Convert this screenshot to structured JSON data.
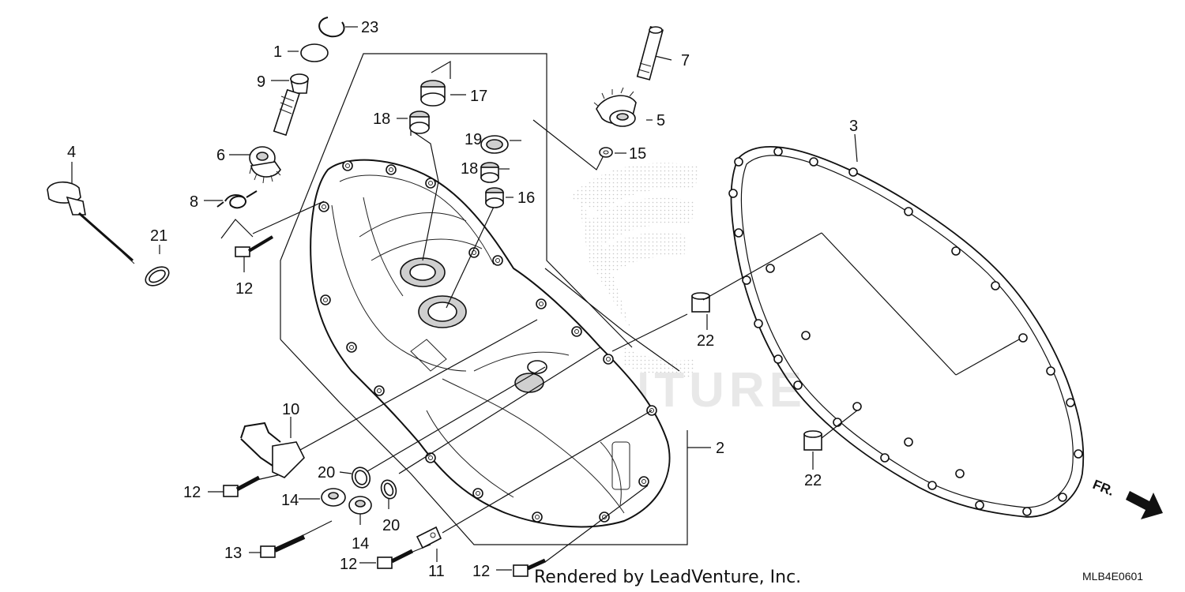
{
  "diagram": {
    "watermark_text": "LEADVENTURE",
    "credit": "Rendered by LeadVenture, Inc.",
    "diagram_code": "MLB4E0601",
    "direction_label": "FR."
  },
  "callouts": [
    {
      "id": "c23",
      "label": "23"
    },
    {
      "id": "c1",
      "label": "1"
    },
    {
      "id": "c9",
      "label": "9"
    },
    {
      "id": "c6",
      "label": "6"
    },
    {
      "id": "c4",
      "label": "4"
    },
    {
      "id": "c8",
      "label": "8"
    },
    {
      "id": "c21",
      "label": "21"
    },
    {
      "id": "c12a",
      "label": "12"
    },
    {
      "id": "c17",
      "label": "17"
    },
    {
      "id": "c18a",
      "label": "18"
    },
    {
      "id": "c19",
      "label": "19"
    },
    {
      "id": "c18b",
      "label": "18"
    },
    {
      "id": "c16",
      "label": "16"
    },
    {
      "id": "c7",
      "label": "7"
    },
    {
      "id": "c5",
      "label": "5"
    },
    {
      "id": "c15",
      "label": "15"
    },
    {
      "id": "c3",
      "label": "3"
    },
    {
      "id": "c22a",
      "label": "22"
    },
    {
      "id": "c22b",
      "label": "22"
    },
    {
      "id": "c2",
      "label": "2"
    },
    {
      "id": "c10",
      "label": "10"
    },
    {
      "id": "c12b",
      "label": "12"
    },
    {
      "id": "c20a",
      "label": "20"
    },
    {
      "id": "c14a",
      "label": "14"
    },
    {
      "id": "c14b",
      "label": "14"
    },
    {
      "id": "c20b",
      "label": "20"
    },
    {
      "id": "c13",
      "label": "13"
    },
    {
      "id": "c12c",
      "label": "12"
    },
    {
      "id": "c11",
      "label": "11"
    },
    {
      "id": "c12d",
      "label": "12"
    }
  ]
}
